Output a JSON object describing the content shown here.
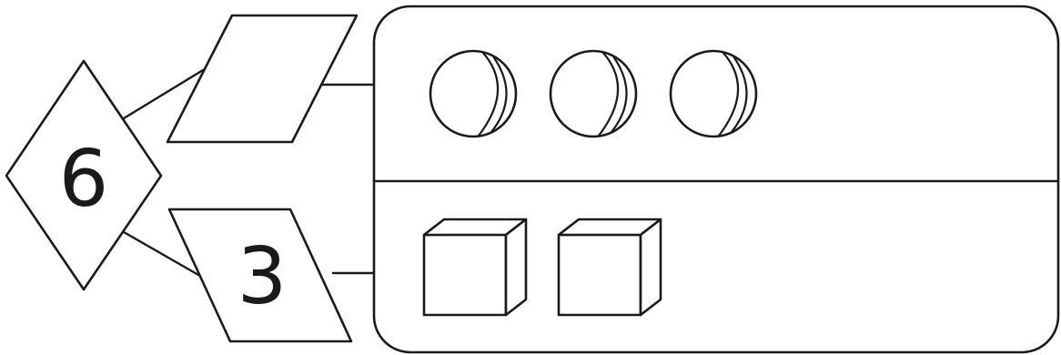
{
  "whole": {
    "value": "6"
  },
  "parts": [
    {
      "value": ""
    },
    {
      "value": "3"
    }
  ],
  "box": {
    "top_row": {
      "item": "sphere",
      "count": 3
    },
    "bottom_row": {
      "item": "cube",
      "count": 2
    }
  },
  "icons": {
    "sphere": "sphere-icon",
    "cube": "cube-icon"
  },
  "colors": {
    "stroke": "#1a1a1a",
    "fill": "#ffffff"
  }
}
